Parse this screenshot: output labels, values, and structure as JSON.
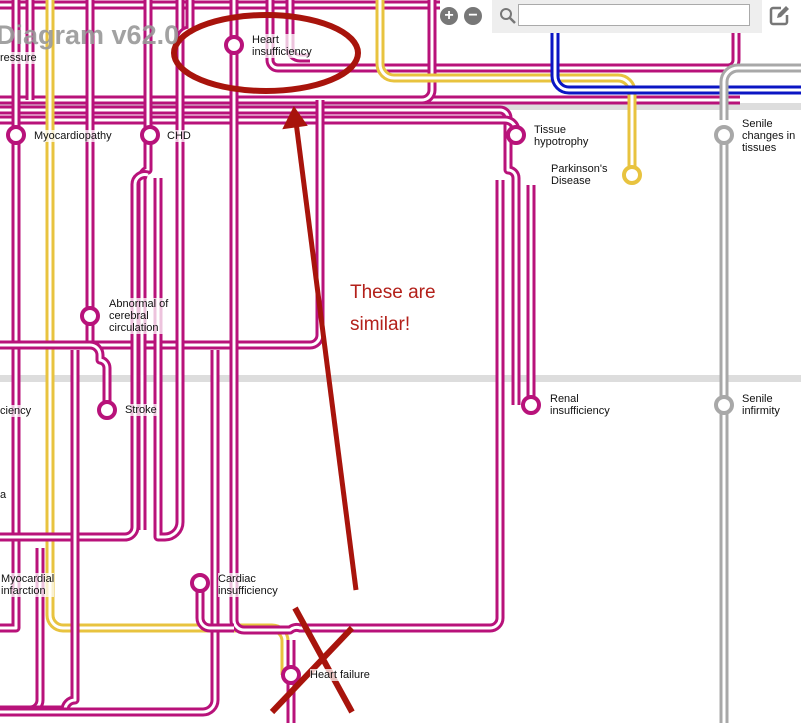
{
  "diagram": {
    "title": "Diagram v62.0",
    "partial_label": "ressure",
    "stations": {
      "heart_insufficiency": "Heart\ninsufficiency",
      "myocardiopathy": "Myocardiopathy",
      "chd": "CHD",
      "tissue_hypotrophy": "Tissue\nhypotrophy",
      "parkinsons": "Parkinson's\nDisease",
      "senile_changes": "Senile\nchanges in\ntissues",
      "abnormal_cerebral": "Abnormal of\ncerebral\ncirculation",
      "stroke": "Stroke",
      "renal_insufficiency": "Renal\ninsufficiency",
      "senile_infirmity": "Senile\ninfirmity",
      "partial_ciency": "ciency",
      "partial_a": "a",
      "myocardial_infarction": "Myocardial\ninfarction",
      "cardiac_insufficiency": "Cardiac\ninsufficiency",
      "heart_failure": "Heart failure"
    },
    "colors": {
      "magenta": "#b8127a",
      "yellow": "#e8c33f",
      "blue": "#0b16c4",
      "gray": "#a8a8a8",
      "annotation": "#a8140c"
    }
  },
  "toolbar": {
    "zoom_in": "+",
    "zoom_out": "−",
    "search_placeholder": "",
    "search_value": ""
  },
  "annotation": {
    "note": "These are\nsimilar!"
  }
}
